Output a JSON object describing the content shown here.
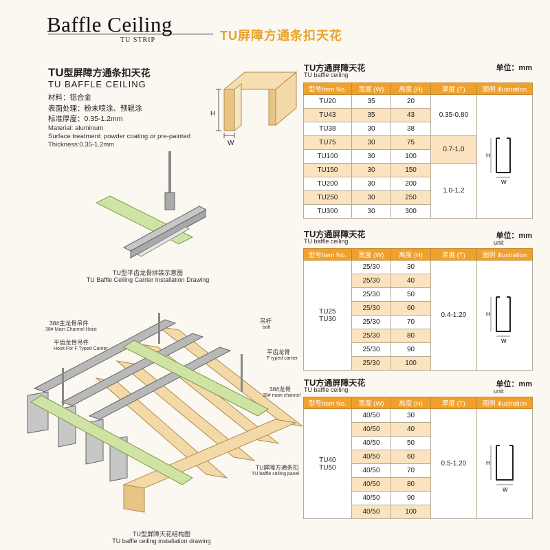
{
  "header": {
    "title": "Baffle Ceiling",
    "subtitle_en": "TU STRIP",
    "subtitle_cn": "TU屏障方通条扣天花"
  },
  "product": {
    "name_cn_prefix": "TU",
    "name_cn_rest": "型屏障方通条扣天花",
    "name_en": "TU BAFFLE CEILING",
    "material_cn": "材料：铝合金",
    "surface_cn": "表面处理：粉末喷涂、预辊涂",
    "thickness_cn": "标准厚度：0.35-1.2mm",
    "material_en": "Material: aluminum",
    "surface_en": "Surface treatment: powder coating or pre-painted",
    "thickness_en": "Thickness:0.35-1.2mm",
    "profile_h": "H",
    "profile_w": "W"
  },
  "drawing1": {
    "caption_cn": "TU型平齿龙骨拼装示意图",
    "caption_en": "TU Baffle Ceiling Carrier Installation Drawing"
  },
  "drawing2": {
    "label_hoist_cn": "38#主龙骨吊件",
    "label_hoist_en": "38# Main Channel Hoist",
    "label_ftype_cn": "平齿龙骨吊件",
    "label_ftype_en": "Hoist For F Typed Carrier",
    "label_bolt_cn": "吊杆",
    "label_bolt_en": "bolt",
    "label_fcarrier_cn": "平齿龙骨",
    "label_fcarrier_en": "F typed carrier",
    "label_main_cn": "38#龙骨",
    "label_main_en": "38# main channel",
    "label_panel_cn": "TU屏障方通条扣",
    "label_panel_en": "TU baffle ceiling panel",
    "caption_cn": "TU型屏障天花结构图",
    "caption_en": "TU baffle ceiling installation drawing"
  },
  "columns": {
    "model": "型号Item No.",
    "width": "宽度 (W)",
    "height": "高度 (H)",
    "thick": "厚度 (T)",
    "illus": "图例 illustration"
  },
  "illus_labels": {
    "h": "H",
    "w": "W"
  },
  "sections": [
    {
      "title_prefix": "TU",
      "title_rest": "方通屏障天花",
      "sub": "TU baffle ceiling",
      "unit": "单位：mm",
      "unit_en": "",
      "rows": [
        {
          "model": "TU20",
          "w": "35",
          "h": "20"
        },
        {
          "model": "TU43",
          "w": "35",
          "h": "43"
        },
        {
          "model": "TU38",
          "w": "30",
          "h": "38"
        },
        {
          "model": "TU75",
          "w": "30",
          "h": "75"
        },
        {
          "model": "TU100",
          "w": "30",
          "h": "100"
        },
        {
          "model": "TU150",
          "w": "30",
          "h": "150"
        },
        {
          "model": "TU200",
          "w": "30",
          "h": "200"
        },
        {
          "model": "TU250",
          "w": "30",
          "h": "250"
        },
        {
          "model": "TU300",
          "w": "30",
          "h": "300"
        }
      ],
      "thickness": [
        "0.35-0.80",
        "0.7-1.0",
        "1.0-1.2"
      ]
    },
    {
      "title_prefix": "TU",
      "title_rest": "方通屏障天花",
      "sub": "TU baffle ceiling",
      "unit": "单位：mm",
      "unit_en": "unit",
      "model_a": "TU25",
      "model_b": "TU30",
      "rows": [
        {
          "w": "25/30",
          "h": "30"
        },
        {
          "w": "25/30",
          "h": "40"
        },
        {
          "w": "25/30",
          "h": "50"
        },
        {
          "w": "25/30",
          "h": "60"
        },
        {
          "w": "25/30",
          "h": "70"
        },
        {
          "w": "25/30",
          "h": "80"
        },
        {
          "w": "25/30",
          "h": "90"
        },
        {
          "w": "25/30",
          "h": "100"
        }
      ],
      "thickness": "0.4-1.20"
    },
    {
      "title_prefix": "TU",
      "title_rest": "方通屏障天花",
      "sub": "TU baffle ceiling",
      "unit": "单位：mm",
      "unit_en": "unit",
      "model_a": "TU40",
      "model_b": "TU50",
      "rows": [
        {
          "w": "40/50",
          "h": "30"
        },
        {
          "w": "40/50",
          "h": "40"
        },
        {
          "w": "40/50",
          "h": "50"
        },
        {
          "w": "40/50",
          "h": "60"
        },
        {
          "w": "40/50",
          "h": "70"
        },
        {
          "w": "40/50",
          "h": "80"
        },
        {
          "w": "40/50",
          "h": "90"
        },
        {
          "w": "40/50",
          "h": "100"
        }
      ],
      "thickness": "0.5-1.20"
    }
  ],
  "colors": {
    "accent": "#f0a02c",
    "alt_row": "#fbe3bf",
    "panel": "#f3d9a8"
  }
}
